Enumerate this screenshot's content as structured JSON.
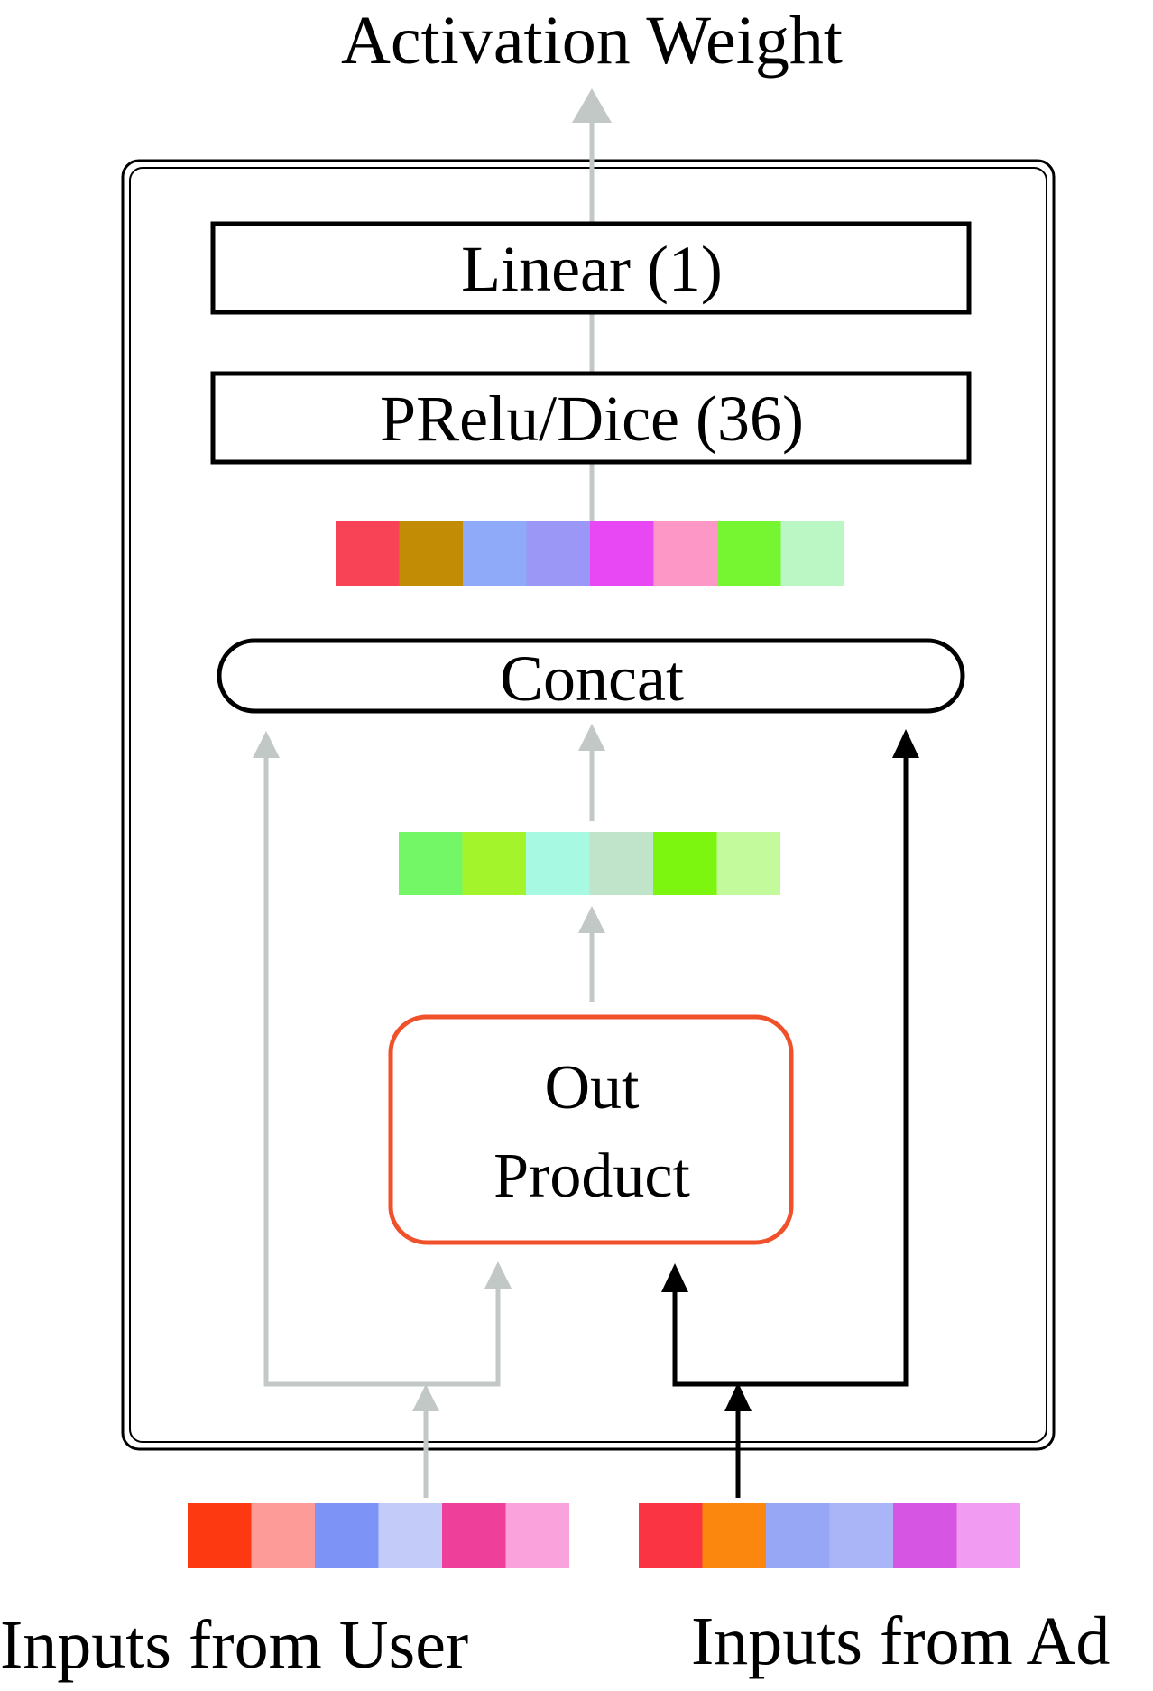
{
  "title": "Activation Weight",
  "layers": {
    "linear": "Linear (1)",
    "prelu": "PRelu/Dice (36)",
    "concat": "Concat",
    "out_product_line1": "Out",
    "out_product_line2": "Product"
  },
  "inputs": {
    "user_label": "Inputs from User",
    "ad_label": "Inputs from Ad"
  },
  "colors": {
    "gray_arrow": "#c2c8c6",
    "black_arrow": "#000000",
    "out_product_border": "#f0502a"
  },
  "vectors": {
    "concat_output": [
      "#f74355",
      "#c38c05",
      "#8faaf8",
      "#9b97f6",
      "#e848f4",
      "#fd98c6",
      "#75f630",
      "#baf7c4"
    ],
    "out_product_output": [
      "#73f767",
      "#a4f42c",
      "#a7f9e2",
      "#c0e4c9",
      "#7cf50f",
      "#c2fa9c"
    ],
    "user_input": [
      "#fd3911",
      "#fc9b97",
      "#7d94f6",
      "#c3cbf9",
      "#ee3f9b",
      "#f9a2dc"
    ],
    "ad_input": [
      "#fb3443",
      "#fc870e",
      "#98a6f6",
      "#a9b5f7",
      "#d655e3",
      "#f29bf2"
    ]
  }
}
